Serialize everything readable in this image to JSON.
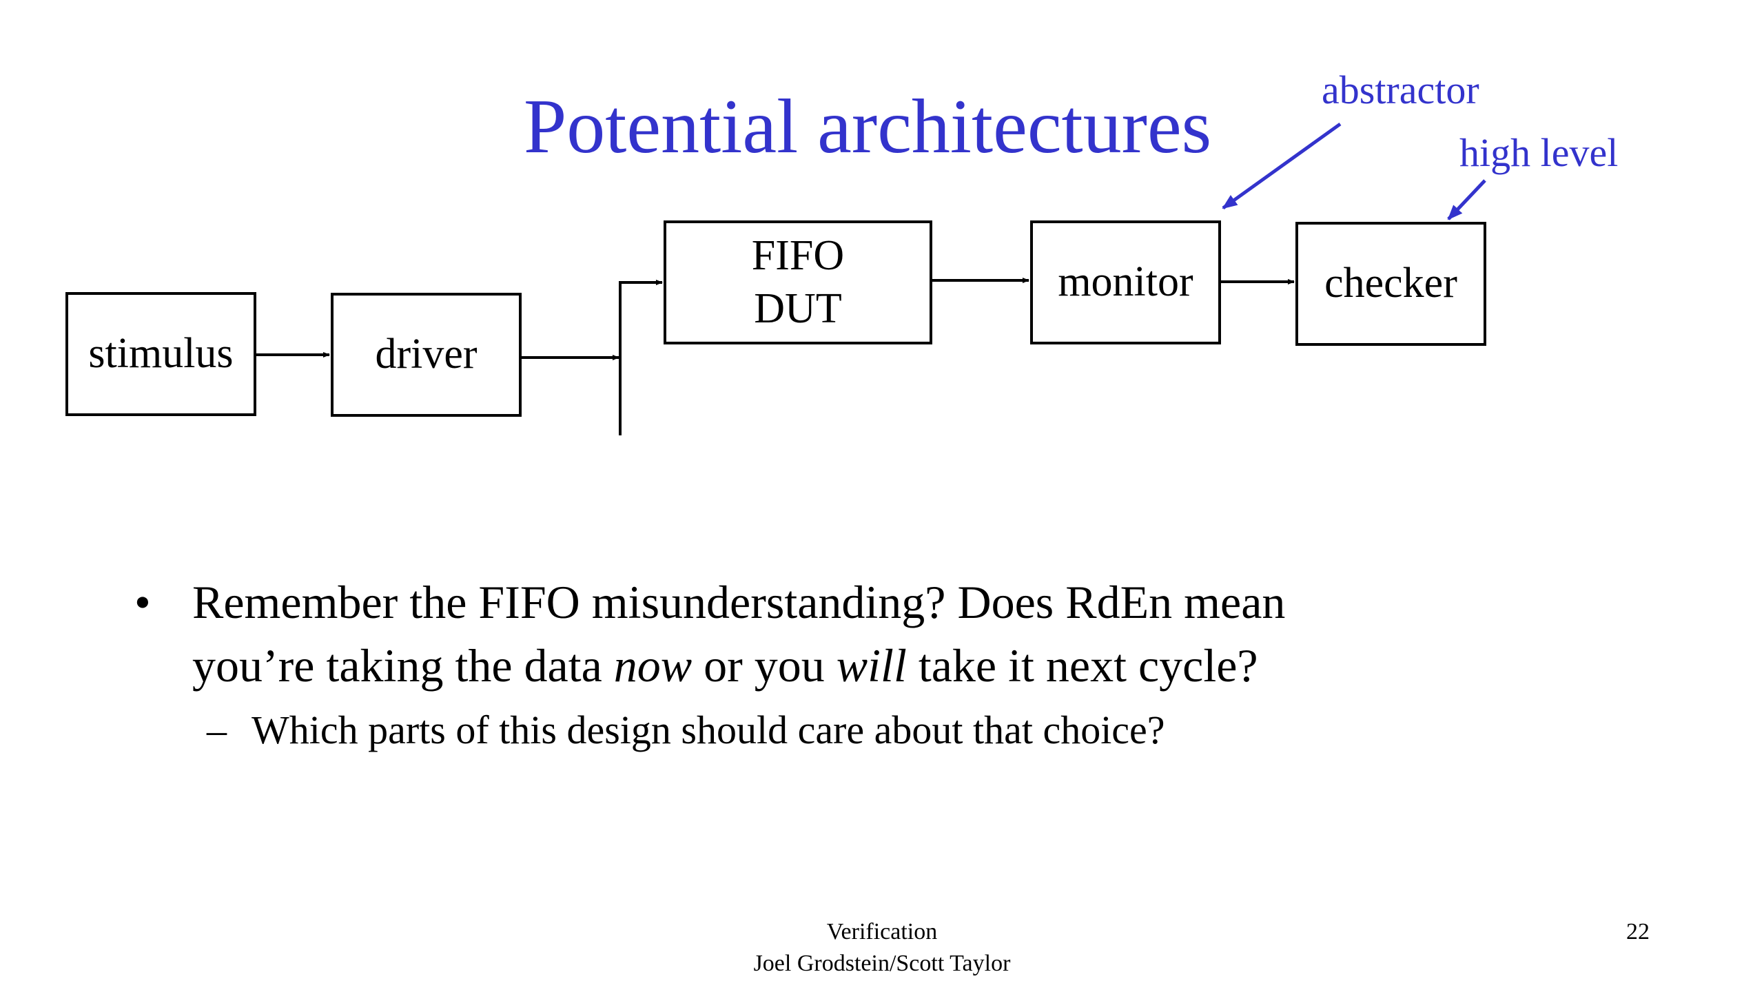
{
  "title": "Potential architectures",
  "annotations": {
    "abstractor": "abstractor",
    "high_level": "high level"
  },
  "blocks": {
    "stimulus": "stimulus",
    "driver": "driver",
    "fifo_line1": "FIFO",
    "fifo_line2": "DUT",
    "monitor": "monitor",
    "checker": "checker"
  },
  "bullet": {
    "line1": "Remember the FIFO misunderstanding? Does RdEn mean",
    "line2_pre": "you’re taking the data ",
    "line2_em1": "now",
    "line2_mid": " or you ",
    "line2_em2": "will",
    "line2_post": " take it next cycle?",
    "sub": "Which parts of this design should care about that choice?"
  },
  "footer": {
    "line1": "Verification",
    "line2": "Joel Grodstein/Scott Taylor"
  },
  "page_number": "22",
  "colors": {
    "accent": "#3333cc",
    "text": "#000000"
  }
}
